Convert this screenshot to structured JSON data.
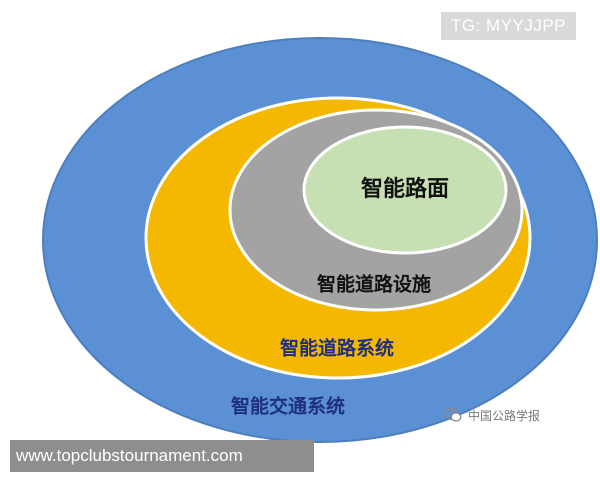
{
  "diagram": {
    "rings": [
      {
        "key": "traffic",
        "label": "智能交通系统",
        "fill": "#5b91d4"
      },
      {
        "key": "system",
        "label": "智能道路系统",
        "fill": "#f4b800"
      },
      {
        "key": "facility",
        "label": "智能道路设施",
        "fill": "#a3a3a3"
      },
      {
        "key": "pavement",
        "label": "智能路面",
        "fill": "#c6e0b4"
      }
    ]
  },
  "overlays": {
    "tg_badge": "TG: MYYJJPP",
    "url_banner": "www.topclubstournament.com",
    "watermark": "中国公路学报",
    "watermark_icon": "wechat-icon"
  }
}
